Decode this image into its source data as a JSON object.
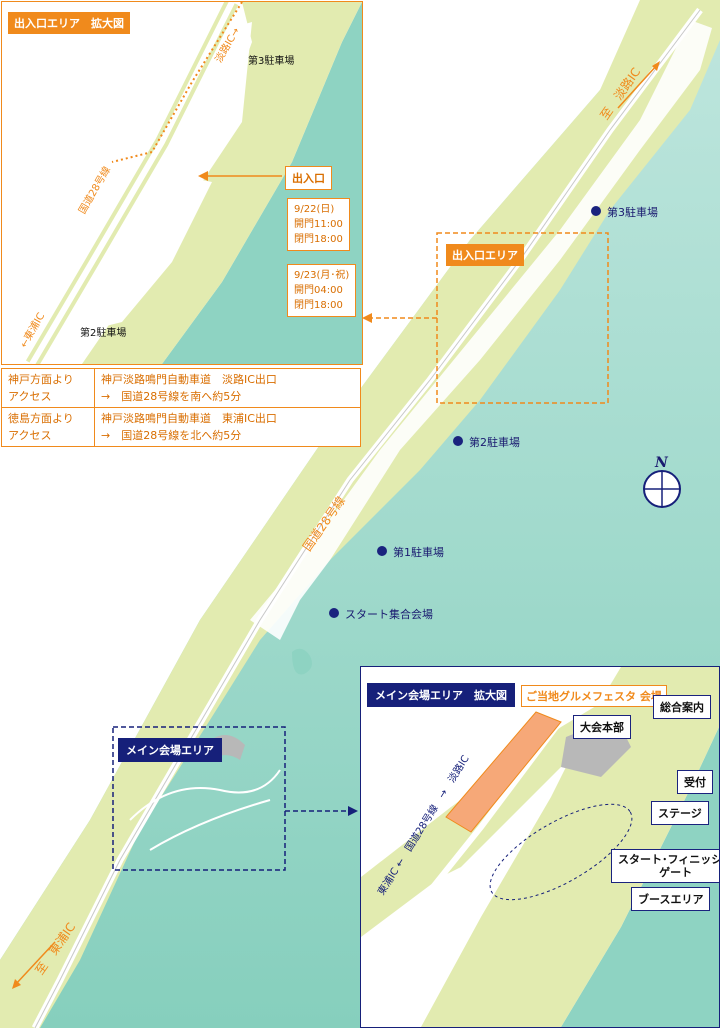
{
  "entrance_inset": {
    "title": "出入口エリア　拡大図",
    "road_name": "国道28号線",
    "to_awaji_ic": "淡路IC→",
    "to_higashiura_ic": "←東浦IC",
    "parking_3": "第3駐車場",
    "parking_2": "第2駐車場",
    "entrance_label": "出入口",
    "schedule_1": {
      "date": "9/22(日)",
      "open": "開門11:00",
      "close": "閉門18:00"
    },
    "schedule_2": {
      "date": "9/23(月･祝)",
      "open": "開門04:00",
      "close": "閉門18:00"
    }
  },
  "access": [
    {
      "from": "神戸方面より",
      "from2": "アクセス",
      "line1": "神戸淡路鳴門自動車道　淡路IC出口",
      "line2": "→　国道28号線を南へ約5分"
    },
    {
      "from": "徳島方面より",
      "from2": "アクセス",
      "line1": "神戸淡路鳴門自動車道　東浦IC出口",
      "line2": "→　国道28号線を北へ約5分"
    }
  ],
  "main_map": {
    "to_awaji": "至　淡路IC",
    "to_higashiura": "至　東浦IC",
    "road_name": "国道28号線",
    "entrance_area": "出入口エリア",
    "main_venue_area": "メイン会場エリア",
    "compass": "N",
    "places": [
      {
        "key": "parking3",
        "name": "第3駐車場"
      },
      {
        "key": "parking2",
        "name": "第2駐車場"
      },
      {
        "key": "parking1",
        "name": "第1駐車場"
      },
      {
        "key": "start",
        "name": "スタート集合会場"
      }
    ]
  },
  "venue_inset": {
    "title": "メイン会場エリア　拡大図",
    "gourmet": "ご当地グルメフェスタ 会場",
    "road": "東浦IC ←　国道28号線　→　淡路IC",
    "hq": "大会本部",
    "info": "総合案内",
    "reception": "受付",
    "stage": "ステージ",
    "finish_gate": "スタート･フィニッシュ",
    "finish_gate2": "ゲート",
    "booth": "ブースエリア"
  },
  "colors": {
    "sea": "#8ed3c2",
    "land": "#e2ebb0",
    "road": "#ffffff",
    "orange": "#f08a1c",
    "navy": "#16207a"
  }
}
